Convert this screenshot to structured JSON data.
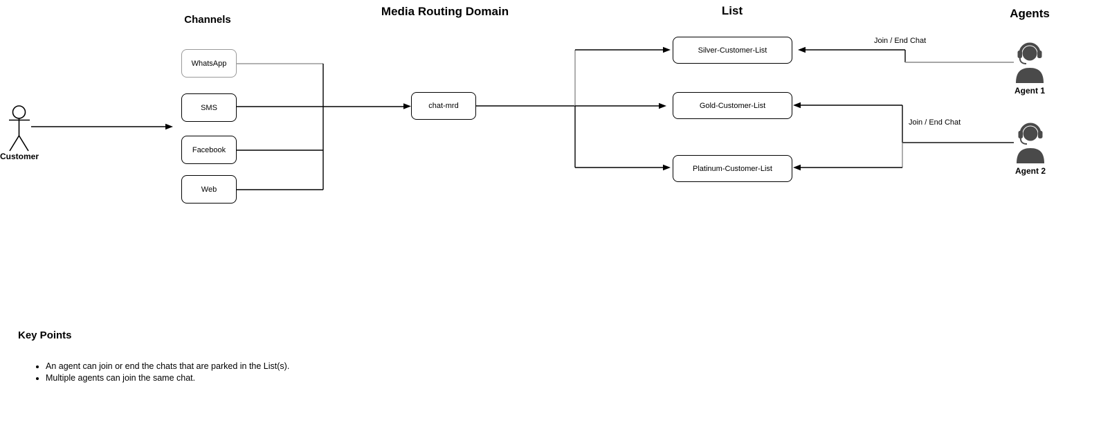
{
  "titles": {
    "channels": "Channels",
    "mrd": "Media Routing Domain",
    "list": "List",
    "agents": "Agents"
  },
  "actor": {
    "label": "Customer"
  },
  "channels": [
    {
      "label": "WhatsApp"
    },
    {
      "label": "SMS"
    },
    {
      "label": "Facebook"
    },
    {
      "label": "Web"
    }
  ],
  "mrd_node": {
    "label": "chat-mrd"
  },
  "lists": [
    {
      "label": "Silver-Customer-List"
    },
    {
      "label": "Gold-Customer-List"
    },
    {
      "label": "Platinum-Customer-List"
    }
  ],
  "agents": [
    {
      "label": "Agent 1"
    },
    {
      "label": "Agent 2"
    }
  ],
  "edge_labels": {
    "agent1_join_end": "Join / End Chat",
    "agent2_join_end": "Join / End Chat"
  },
  "key_points": {
    "heading": "Key Points",
    "bullets": [
      "An agent can join or end the chats that are parked in the List(s).",
      "Multiple agents can join the same chat."
    ]
  },
  "colors": {
    "line": "#000000",
    "gray_line": "#999999",
    "dark_line": "#4d4d4d",
    "icon_fill": "#4a4a4a"
  }
}
